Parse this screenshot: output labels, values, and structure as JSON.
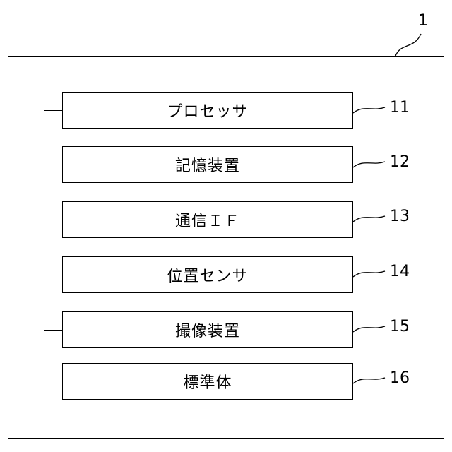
{
  "figure": {
    "device_ref": "1",
    "components": [
      {
        "label": "プロセッサ",
        "ref": "11",
        "on_bus": true
      },
      {
        "label": "記憶装置",
        "ref": "12",
        "on_bus": true
      },
      {
        "label": "通信ＩＦ",
        "ref": "13",
        "on_bus": true
      },
      {
        "label": "位置センサ",
        "ref": "14",
        "on_bus": true
      },
      {
        "label": "撮像装置",
        "ref": "15",
        "on_bus": true
      },
      {
        "label": "標準体",
        "ref": "16",
        "on_bus": false
      }
    ]
  }
}
